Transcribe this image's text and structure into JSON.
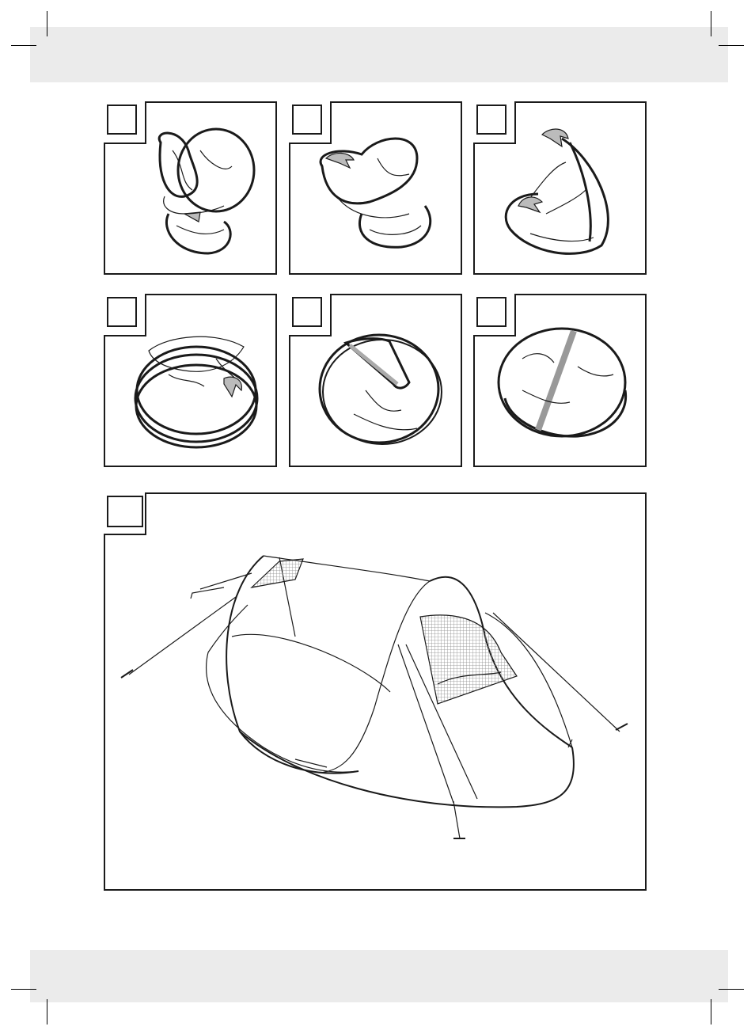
{
  "steps": [
    {
      "id": "step-1",
      "label": ""
    },
    {
      "id": "step-2",
      "label": ""
    },
    {
      "id": "step-3",
      "label": ""
    },
    {
      "id": "step-4",
      "label": ""
    },
    {
      "id": "step-5",
      "label": ""
    },
    {
      "id": "step-6",
      "label": ""
    },
    {
      "id": "step-7",
      "label": ""
    }
  ],
  "illustrations": [
    {
      "panel": 1,
      "depicts": "tent-folding-twist-icon"
    },
    {
      "panel": 2,
      "depicts": "tent-folding-fold-over-icon"
    },
    {
      "panel": 3,
      "depicts": "tent-folding-roll-icon"
    },
    {
      "panel": 4,
      "depicts": "tent-coiled-rings-icon"
    },
    {
      "panel": 5,
      "depicts": "tent-coiled-strap-icon"
    },
    {
      "panel": 6,
      "depicts": "tent-packed-disc-icon"
    },
    {
      "panel": 7,
      "depicts": "pop-up-tent-assembled-icon"
    }
  ],
  "colors": {
    "band": "#ebebeb",
    "line": "#1a1a1a",
    "mesh": "#8a8a8a"
  }
}
